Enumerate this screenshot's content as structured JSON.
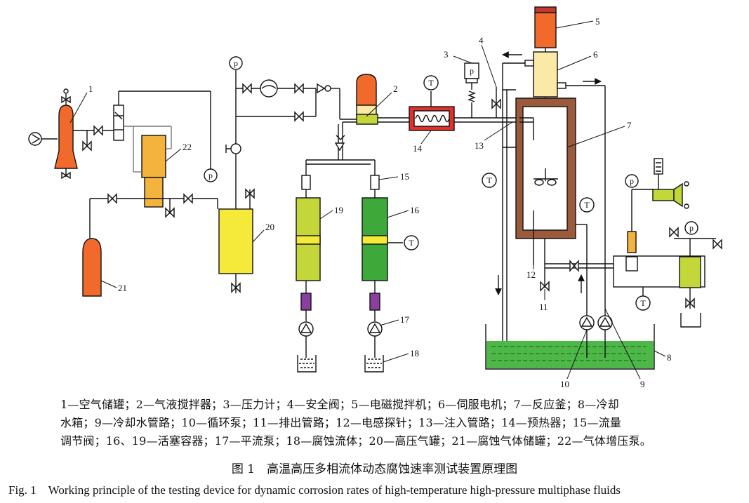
{
  "labels": {
    "n1": "1",
    "n2": "2",
    "n3": "3",
    "n4": "4",
    "n5": "5",
    "n6": "6",
    "n7": "7",
    "n8": "8",
    "n9": "9",
    "n10": "10",
    "n11": "11",
    "n12": "12",
    "n13": "13",
    "n14": "14",
    "n15": "15",
    "n16": "16",
    "n17": "17",
    "n18": "18",
    "n19": "19",
    "n20": "20",
    "n21": "21",
    "n22": "22"
  },
  "gauges": {
    "p": "p",
    "t": "T"
  },
  "legend": {
    "line1": "1—空气储罐；2—气液搅拌器；3—压力计；4—安全阀；5—电磁搅拌机；6—伺服电机；7—反应釜；8—冷却",
    "line2": "水箱；9—冷却水管路；10—循环泵；11—排出管路；12—电感探针；13—注入管路；14—预热器；15—流量",
    "line3": "调节阀；16、19—活塞容器；17—平流泵；18—腐蚀流体；20—高压气罐；21—腐蚀气体储罐；22—气体增压泵。"
  },
  "caption": {
    "cn": "图 1　高温高压多相流体动态腐蚀速率测试装置原理图",
    "en": "Fig. 1　Working principle of the testing device for dynamic corrosion rates of high-temperature high-pressure multiphase fluids"
  },
  "colors": {
    "orange": "#f26a2b",
    "yellow": "#f5ea3a",
    "lime": "#c3d63a",
    "green": "#3fa83a",
    "brown": "#9c5a3c",
    "cream": "#fbe9a8",
    "red": "#e0312b",
    "purple": "#8a3fa0",
    "water": "#4db848",
    "amber": "#f3b33d"
  }
}
